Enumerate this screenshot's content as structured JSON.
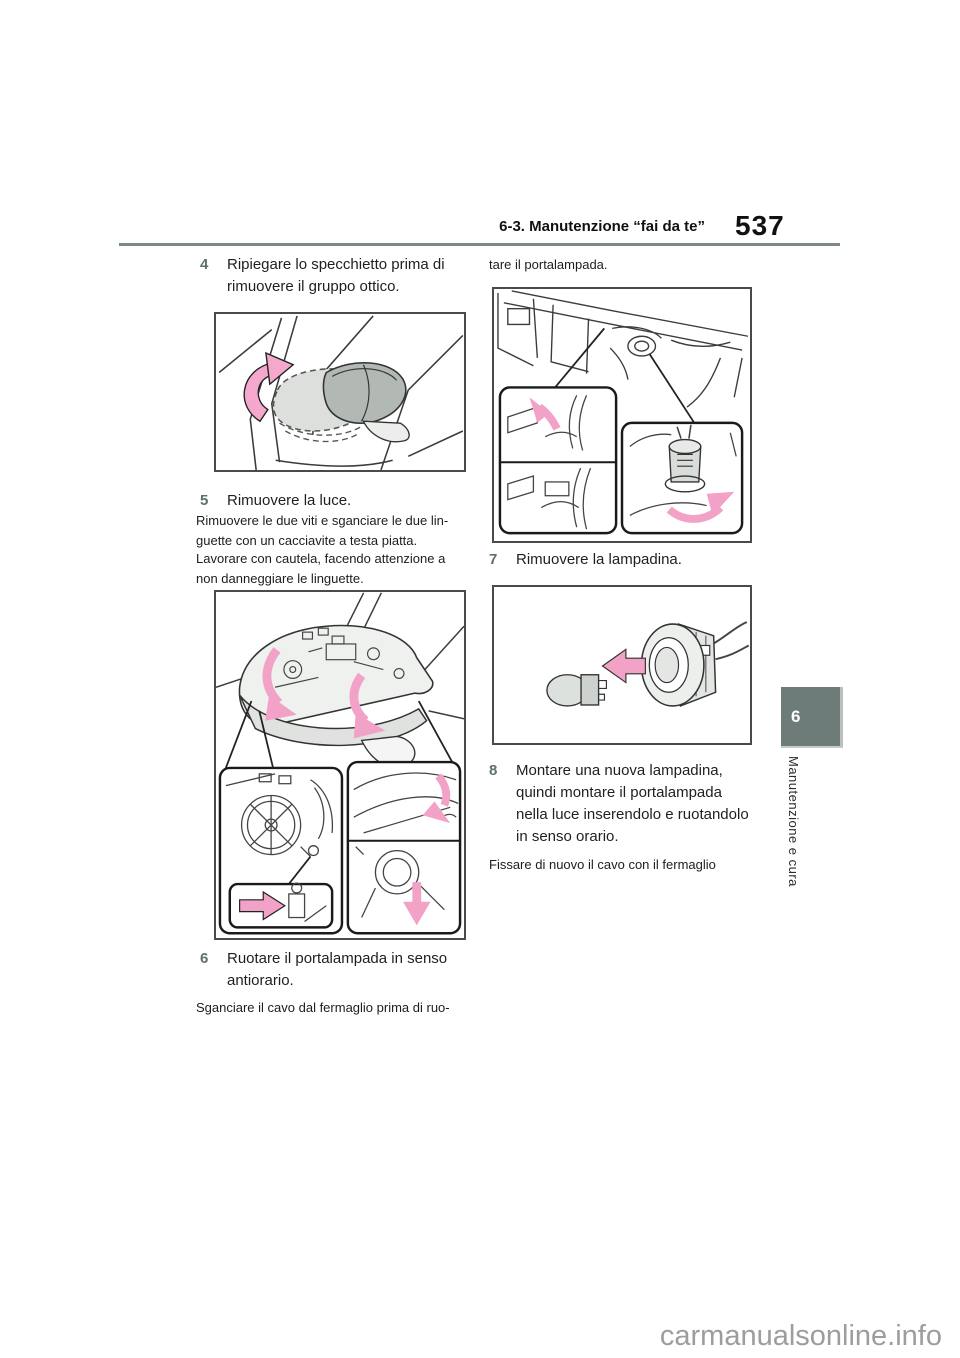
{
  "header": {
    "section_title": "6-3. Manutenzione “fai da te”",
    "page_number": "537"
  },
  "sidebar": {
    "chapter_number": "6",
    "chapter_title": "Manutenzione e cura"
  },
  "steps": {
    "step4": {
      "number": "4",
      "text": "Ripiegare lo specchietto prima di\nrimuovere il gruppo ottico."
    },
    "step5": {
      "number": "5",
      "text": "Rimuovere la luce."
    },
    "step6": {
      "number": "6",
      "text": "Ruotare il portalampada in senso\nantiorario."
    },
    "step7": {
      "number": "7",
      "text": "Rimuovere la lampadina."
    },
    "step8": {
      "number": "8",
      "text": "Montare una nuova lampadina,\nquindi montare il portalampada\nnella luce inserendolo e ruotandolo\nin senso orario."
    }
  },
  "notes": {
    "note_screws": "Rimuovere le due viti e sganciare le due lin-\nguette con un cacciavite a testa piatta.",
    "note_care": "Lavorare con cautela, facendo attenzione a\nnon danneggiare le linguette.",
    "note_cable_left": "Sganciare il cavo dal fermaglio prima di ruo-",
    "note_cable_right": "tare il portalampada.",
    "note_cable_fix": "Fissare di nuovo il cavo con il fermaglio"
  },
  "watermark": "carmanualsonline.info",
  "colors": {
    "accent_pink": "#f2a2c6",
    "tab_gray": "#6d7c79",
    "rule_gray": "#7b8a86",
    "step_number_gray": "#5f6f6c",
    "watermark_gray": "#9d9d9d"
  }
}
